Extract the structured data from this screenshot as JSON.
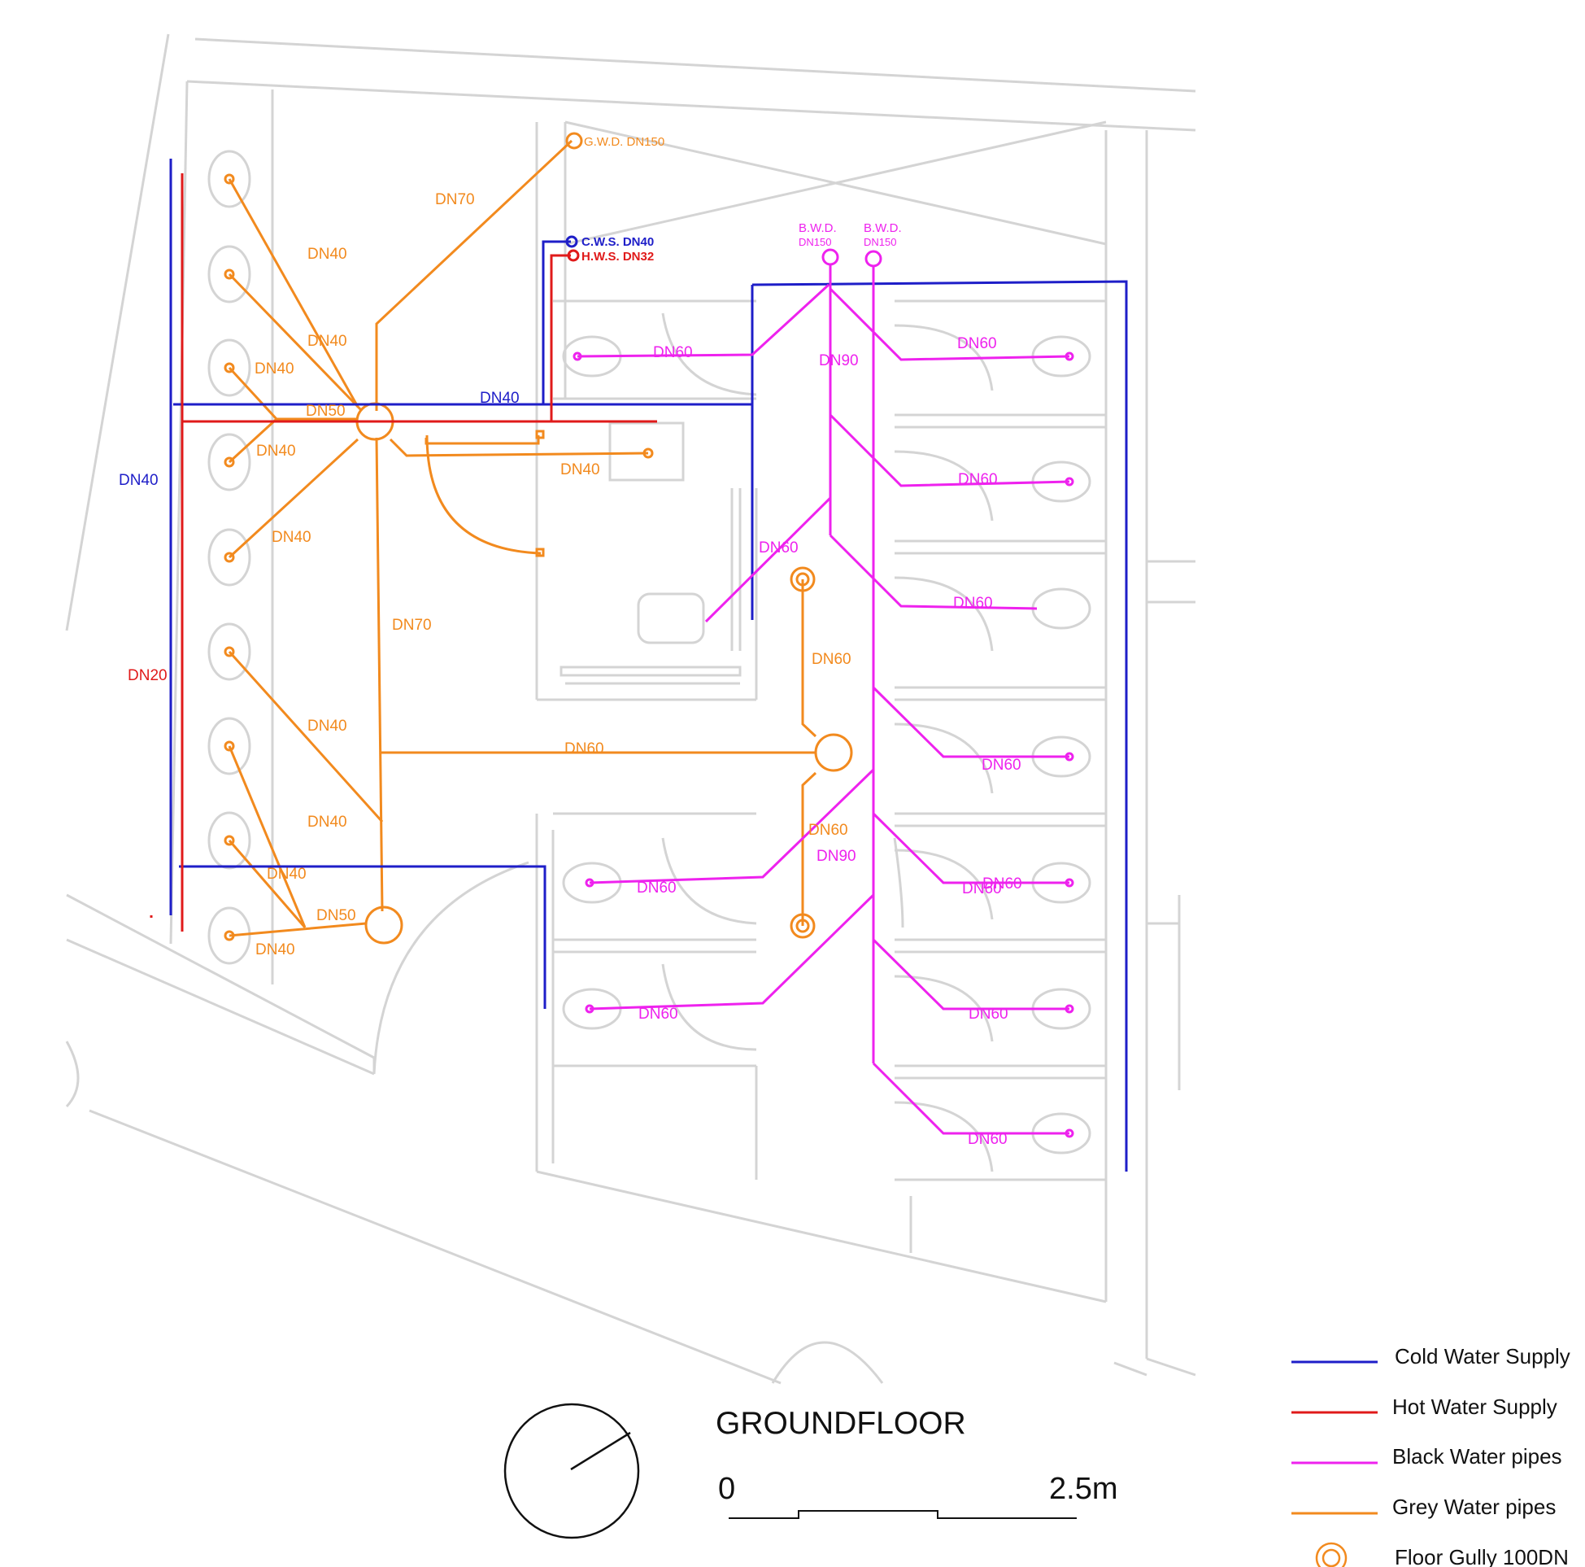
{
  "title": "GROUNDFLOOR",
  "scale": {
    "start": "0",
    "end": "2.5m"
  },
  "colors": {
    "cold": "#1e1ec8",
    "hot": "#e01a1a",
    "black": "#ee22ee",
    "grey": "#f28a1e",
    "arch": "#d4d4d4",
    "ink": "#111111"
  },
  "legend": [
    {
      "key": "cold",
      "label": "Cold Water Supply"
    },
    {
      "key": "hot",
      "label": "Hot Water Supply"
    },
    {
      "key": "black",
      "label": "Black Water pipes"
    },
    {
      "key": "grey",
      "label": "Grey Water pipes"
    },
    {
      "key": "gully",
      "label": "Floor Gully 100DN"
    }
  ],
  "drains": {
    "gwd": "G.W.D. DN150",
    "cws": "C.W.S. DN40",
    "hws": "H.W.S. DN32",
    "bwd1": [
      "B.W.D.",
      "DN150"
    ],
    "bwd2": [
      "B.W.D.",
      "DN150"
    ]
  },
  "pipe_labels": {
    "cold": [
      "DN40",
      "DN40"
    ],
    "hot": [
      "DN20"
    ],
    "grey": [
      "DN70",
      "DN40",
      "DN40",
      "DN40",
      "DN50",
      "DN40",
      "DN40",
      "DN40",
      "DN70",
      "DN40",
      "DN40",
      "DN40",
      "DN50",
      "DN40",
      "DN60",
      "DN60",
      "DN60"
    ],
    "black": [
      "DN60",
      "DN90",
      "DN60",
      "DN60",
      "DN60",
      "DN60",
      "DN60",
      "DN90",
      "DN60",
      "DN60",
      "DN60",
      "DN60",
      "DN60",
      "DN60"
    ]
  }
}
